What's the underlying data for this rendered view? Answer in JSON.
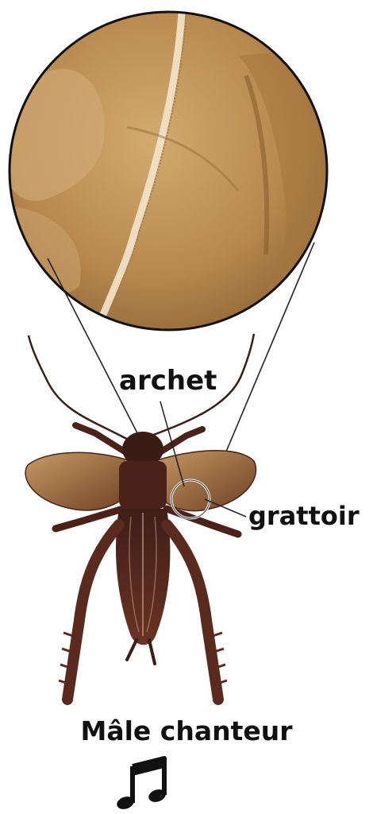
{
  "labels": {
    "archet": "archet",
    "grattoir": "grattoir"
  },
  "caption": "Mâle chanteur",
  "icons": {
    "music": "music-note-icon"
  },
  "colors": {
    "magnified_wing": "#b8894f",
    "insect_body": "#5b2f23",
    "wing": "#8a5a35",
    "leader_line": "#222222"
  }
}
